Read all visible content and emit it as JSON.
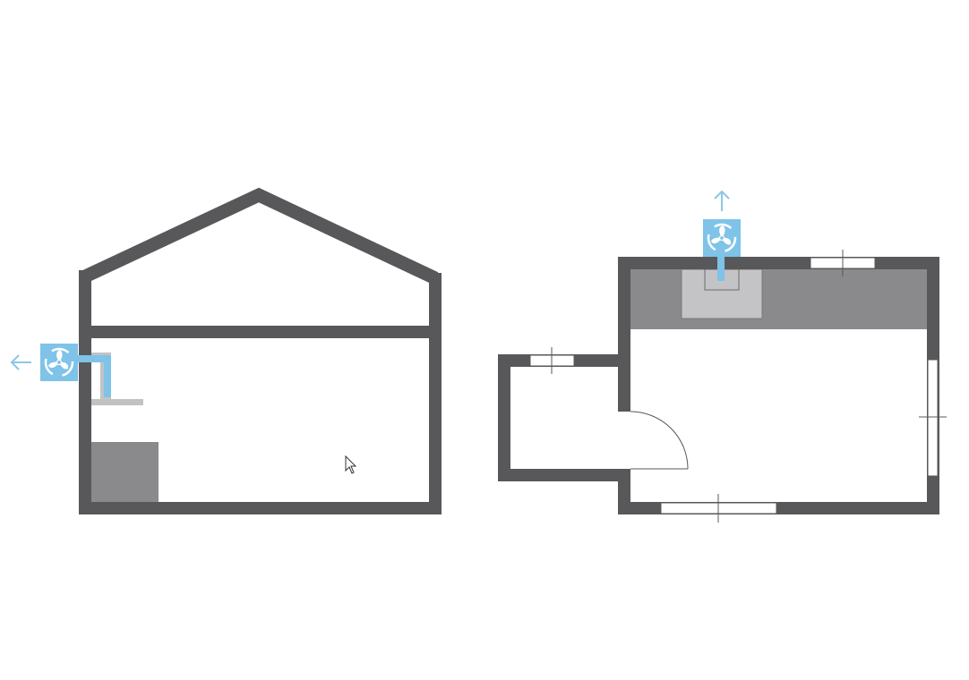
{
  "colors": {
    "wall": "#58585a",
    "equipment_dark": "#8a8a8c",
    "duct_light": "#c2c2c4",
    "fan_blue": "#7fc3e8",
    "arrow_blue": "#8ec5e6",
    "background": "#ffffff"
  },
  "icons": {
    "fan": "fan-icon",
    "exhaust_arrow": "arrow-icon",
    "cursor": "mouse-pointer-icon"
  },
  "views": [
    {
      "name": "section-view",
      "exhaust_direction": "left"
    },
    {
      "name": "floor-plan-view",
      "exhaust_direction": "up"
    }
  ]
}
